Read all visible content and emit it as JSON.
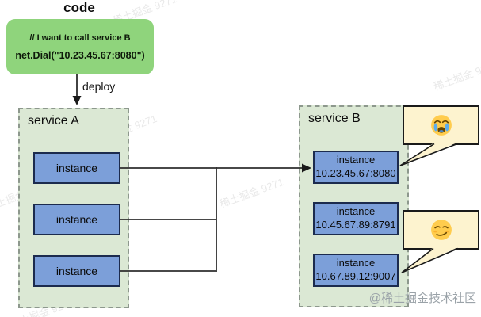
{
  "header": {
    "title": "code"
  },
  "code_box": {
    "comment_line": "// I want to call service B",
    "code_line": "net.Dial(\"10.23.45.67:8080\")"
  },
  "deploy": {
    "label": "deploy"
  },
  "service_a": {
    "title": "service A",
    "instances": [
      {
        "label": "instance"
      },
      {
        "label": "instance"
      },
      {
        "label": "instance"
      }
    ]
  },
  "service_b": {
    "title": "service B",
    "instances": [
      {
        "label": "instance",
        "address": "10.23.45.67:8080"
      },
      {
        "label": "instance",
        "address": "10.45.67.89:8791"
      },
      {
        "label": "instance",
        "address": "10.67.89.12:9007"
      }
    ]
  },
  "bubbles": [
    {
      "emoji_name": "loudly-crying-face"
    },
    {
      "emoji_name": "smirking-face"
    }
  ],
  "watermarks": {
    "corner": "@稀土掘金技术社区",
    "diagonal": "稀土掘金 9271"
  },
  "colors": {
    "code_box_green": "#8fd47c",
    "service_box_green": "#dbe8d4",
    "service_border": "#8d988d",
    "instance_blue": "#7c9fd9",
    "instance_border": "#1c2b4e",
    "bubble_cream": "#fdf3cf",
    "line_dark": "#2e2e2e"
  }
}
